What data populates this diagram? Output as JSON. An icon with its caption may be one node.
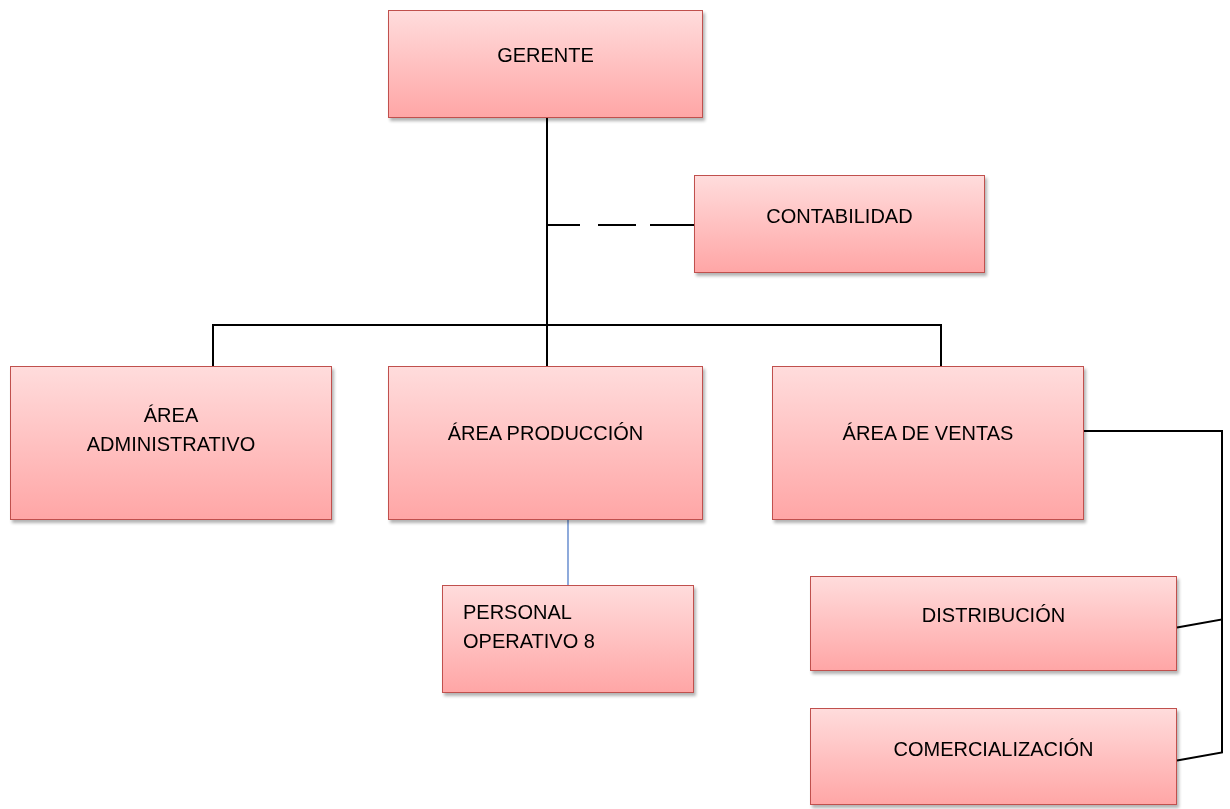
{
  "diagram": {
    "nodes": [
      {
        "text": [
          "GERENTE"
        ]
      },
      {
        "text": [
          "CONTABILIDAD"
        ]
      },
      {
        "text": [
          "ÁREA ADMINISTRATIVO"
        ]
      },
      {
        "text": [
          "ÁREA PRODUCCIÓN"
        ]
      },
      {
        "text": [
          "ÁREA DE VENTAS"
        ]
      },
      {
        "text": [
          "PERSONAL OPERATIVO 8"
        ]
      },
      {
        "text": [
          "DISTRIBUCIÓN"
        ]
      },
      {
        "text": [
          "COMERCIALIZACIÓN"
        ]
      }
    ],
    "edges": [
      {
        "from": 0,
        "to": 1,
        "arrow": "none",
        "style": "dashed"
      },
      {
        "from": 0,
        "to": 2,
        "arrow": "none"
      },
      {
        "from": 0,
        "to": 3,
        "arrow": "none"
      },
      {
        "from": 0,
        "to": 4,
        "arrow": "none"
      },
      {
        "from": 3,
        "to": 5,
        "arrow": "none",
        "color": "#4472c4"
      },
      {
        "from": 4,
        "to": 6,
        "arrow": "none"
      },
      {
        "from": 4,
        "to": 7,
        "arrow": "none"
      }
    ]
  }
}
